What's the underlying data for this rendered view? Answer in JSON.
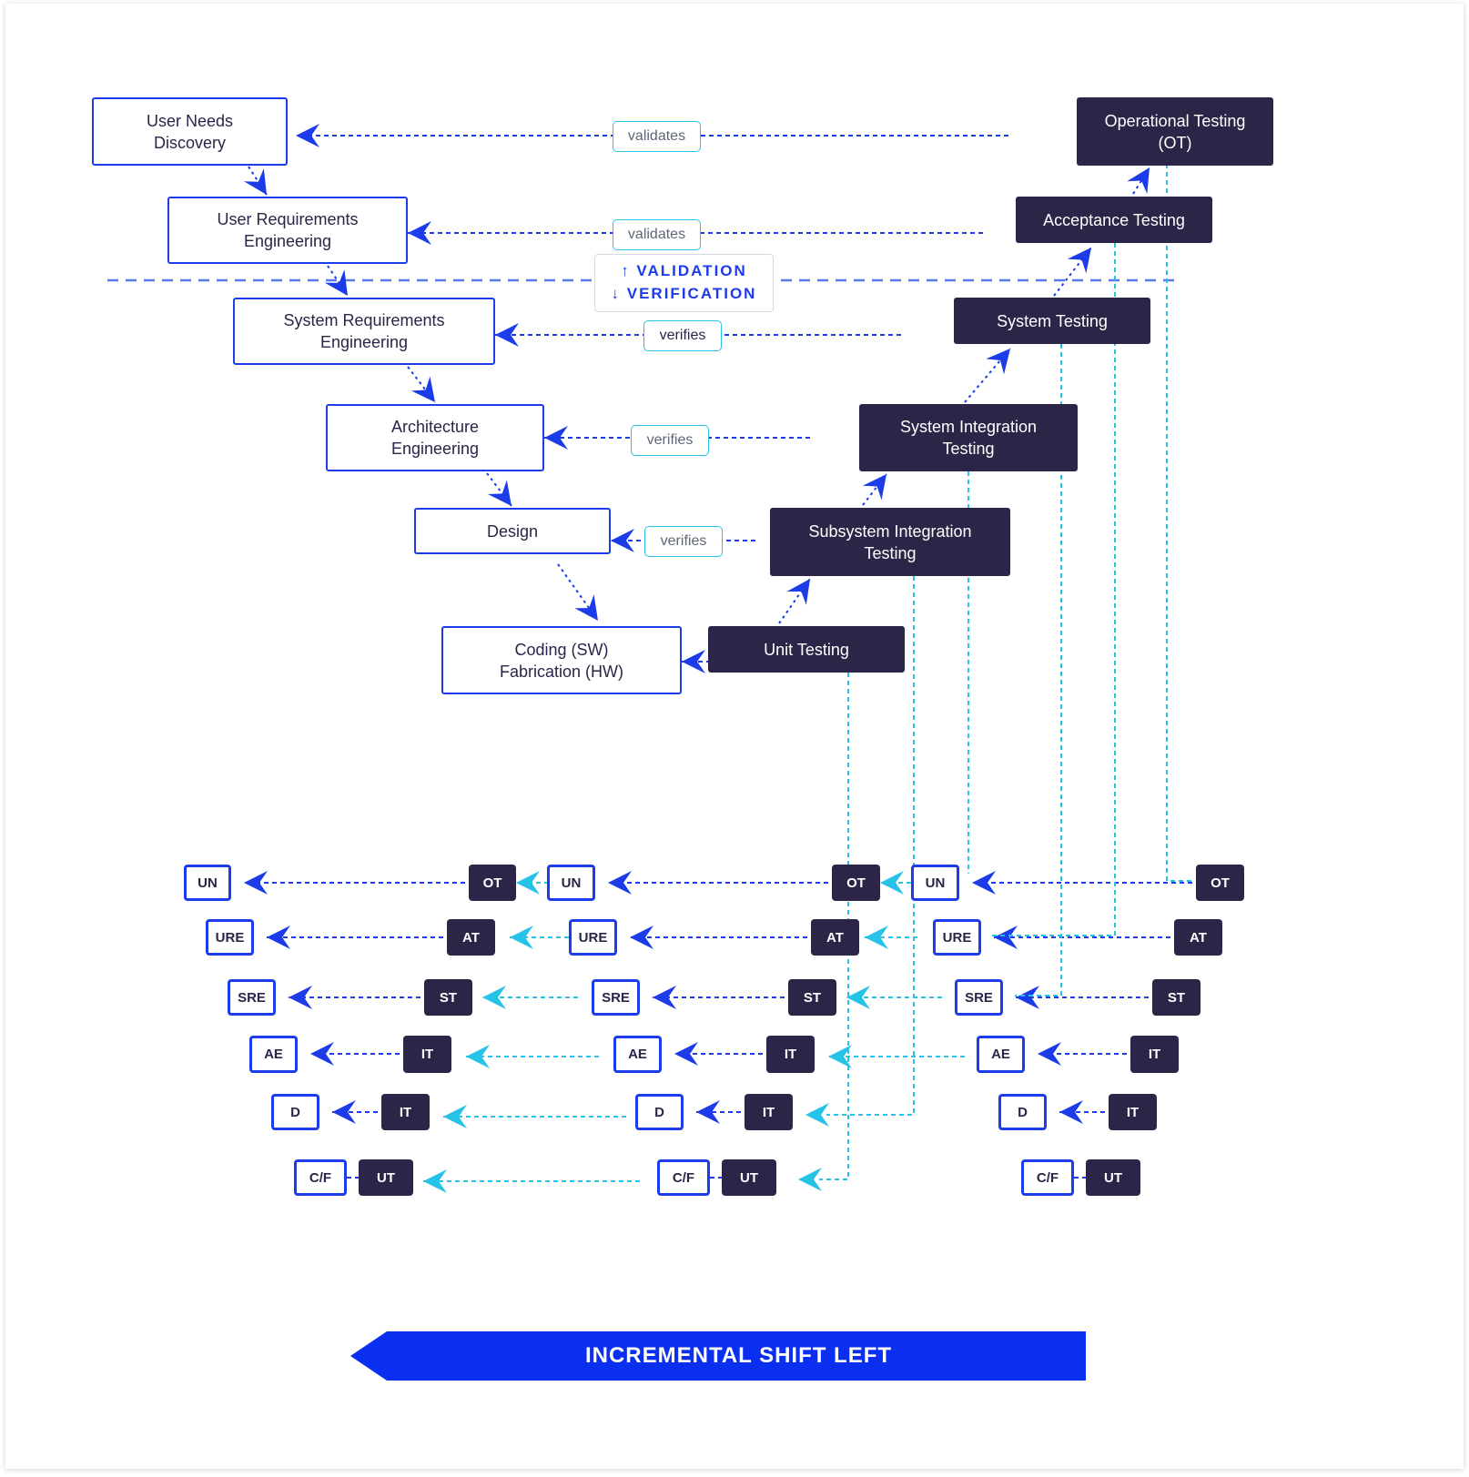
{
  "stages": {
    "dev": [
      {
        "id": "un",
        "label": "User Needs\nDiscovery"
      },
      {
        "id": "ure",
        "label": "User Requirements\nEngineering"
      },
      {
        "id": "sre",
        "label": "System Requirements\nEngineering"
      },
      {
        "id": "ae",
        "label": "Architecture\nEngineering"
      },
      {
        "id": "design",
        "label": "Design"
      },
      {
        "id": "coding",
        "label": "Coding (SW)\nFabrication (HW)"
      }
    ],
    "test": [
      {
        "id": "ot",
        "label": "Operational Testing\n(OT)"
      },
      {
        "id": "at",
        "label": "Acceptance Testing"
      },
      {
        "id": "st",
        "label": "System Testing"
      },
      {
        "id": "sit",
        "label": "System Integration\nTesting"
      },
      {
        "id": "ssit",
        "label": "Subsystem Integration\nTesting"
      },
      {
        "id": "ut",
        "label": "Unit Testing"
      }
    ]
  },
  "relations": [
    "validates",
    "validates",
    "verifies",
    "verifies",
    "verifies"
  ],
  "legend": {
    "validation": "↑  VALIDATION",
    "verification": "↓  VERIFICATION"
  },
  "increments": [
    {
      "rows": [
        [
          "UN",
          "OT"
        ],
        [
          "URE",
          "AT"
        ],
        [
          "SRE",
          "ST"
        ],
        [
          "AE",
          "IT"
        ],
        [
          "D",
          "IT"
        ],
        [
          "C/F",
          "UT"
        ]
      ]
    },
    {
      "rows": [
        [
          "UN",
          "OT"
        ],
        [
          "URE",
          "AT"
        ],
        [
          "SRE",
          "ST"
        ],
        [
          "AE",
          "IT"
        ],
        [
          "D",
          "IT"
        ],
        [
          "C/F",
          "UT"
        ]
      ]
    },
    {
      "rows": [
        [
          "UN",
          "OT"
        ],
        [
          "URE",
          "AT"
        ],
        [
          "SRE",
          "ST"
        ],
        [
          "AE",
          "IT"
        ],
        [
          "D",
          "IT"
        ],
        [
          "C/F",
          "UT"
        ]
      ]
    }
  ],
  "banner": "INCREMENTAL SHIFT LEFT",
  "colors": {
    "dev_border": "#1b3ce8",
    "test_fill": "#2c2548",
    "link": "#1b3ce8",
    "trace": "#27c3e6",
    "banner": "#0a2ff0"
  }
}
